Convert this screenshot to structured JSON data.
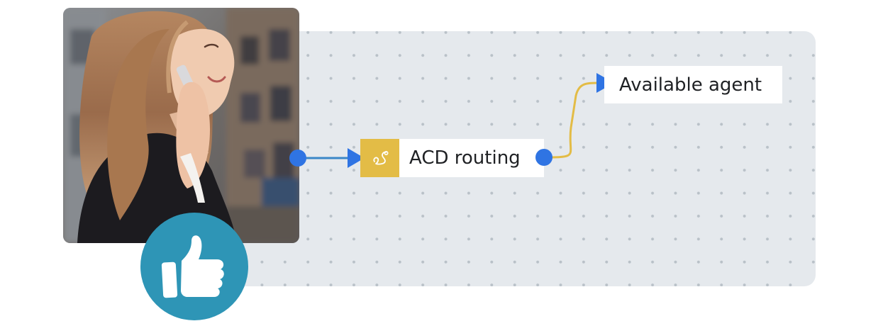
{
  "diagram": {
    "nodes": [
      {
        "id": "acd-routing",
        "label": "ACD routing",
        "icon": "phone-route-icon"
      },
      {
        "id": "available-agent",
        "label": "Available agent"
      }
    ],
    "edges": [
      {
        "from": "incoming-call",
        "to": "acd-routing"
      },
      {
        "from": "acd-routing",
        "to": "available-agent"
      }
    ]
  },
  "colors": {
    "canvas_background": "#e5e9ed",
    "canvas_dots": "#b9c1c8",
    "connector_point": "#2f74e3",
    "incoming_line": "#3a87c8",
    "routing_line": "#e3bc46",
    "acd_icon_tile": "#e3bc46",
    "thumb_badge": "#2e95b6"
  },
  "images": {
    "photo": "woman-on-phone-photo",
    "badge_icon": "thumbs-up-icon"
  }
}
